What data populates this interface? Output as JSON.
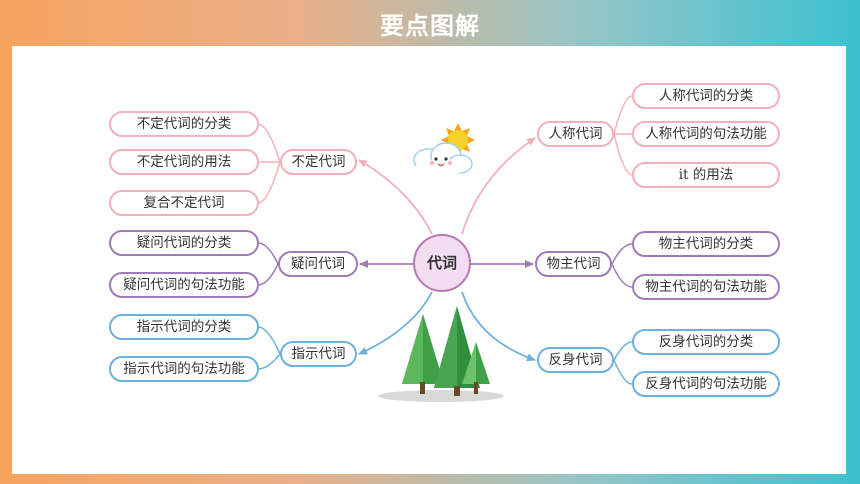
{
  "title": "要点图解",
  "center": "代词",
  "branches": {
    "indefinite": {
      "label": "不定代词",
      "items": [
        "不定代词的分类",
        "不定代词的用法",
        "复合不定代词"
      ]
    },
    "interrogative": {
      "label": "疑问代词",
      "items": [
        "疑问代词的分类",
        "疑问代词的句法功能"
      ]
    },
    "demonstrative": {
      "label": "指示代词",
      "items": [
        "指示代词的分类",
        "指示代词的句法功能"
      ]
    },
    "personal": {
      "label": "人称代词",
      "items": [
        "人称代词的分类",
        "人称代词的句法功能",
        "it 的用法"
      ]
    },
    "possessive": {
      "label": "物主代词",
      "items": [
        "物主代词的分类",
        "物主代词的句法功能"
      ]
    },
    "reflexive": {
      "label": "反身代词",
      "items": [
        "反身代词的分类",
        "反身代词的句法功能"
      ]
    }
  },
  "colors": {
    "pink": "#f1b0ba",
    "purple": "#a17bb9",
    "blue": "#6cb0dc",
    "center_fill": "#f3ddf0"
  },
  "icons": [
    "sun-cloud-icon",
    "trees-icon"
  ]
}
